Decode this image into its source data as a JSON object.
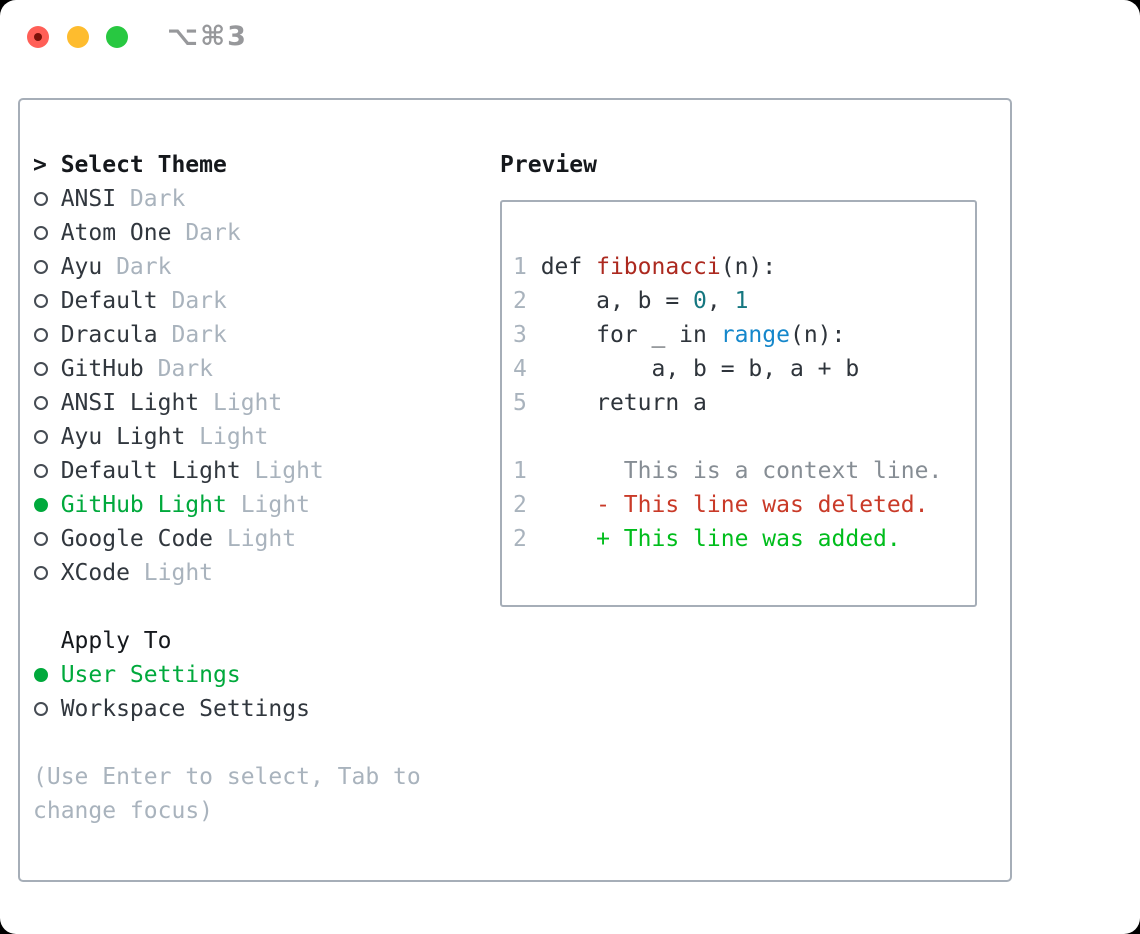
{
  "window": {
    "title": "⌥⌘3",
    "traffic_lights": [
      "close",
      "minimize",
      "zoom"
    ]
  },
  "colors": {
    "selected_green": "#00a93c",
    "added_green": "#00bd1c",
    "deleted_red": "#c93a28",
    "function_red": "#ac291f",
    "number_teal": "#157780",
    "builtin_blue": "#1587cb",
    "muted_gray": "#a9b3bd",
    "border_gray": "#a6aeb8",
    "traffic_red": "#ff5f57",
    "traffic_yellow": "#febc2e",
    "traffic_green": "#28c841"
  },
  "theme_panel": {
    "prompt": ">",
    "header": "Select Theme",
    "themes": [
      {
        "name": "ANSI",
        "tag": "Dark",
        "selected": false
      },
      {
        "name": "Atom One",
        "tag": "Dark",
        "selected": false
      },
      {
        "name": "Ayu",
        "tag": "Dark",
        "selected": false
      },
      {
        "name": "Default",
        "tag": "Dark",
        "selected": false
      },
      {
        "name": "Dracula",
        "tag": "Dark",
        "selected": false
      },
      {
        "name": "GitHub",
        "tag": "Dark",
        "selected": false
      },
      {
        "name": "ANSI Light",
        "tag": "Light",
        "selected": false
      },
      {
        "name": "Ayu Light",
        "tag": "Light",
        "selected": false
      },
      {
        "name": "Default Light",
        "tag": "Light",
        "selected": false
      },
      {
        "name": "GitHub Light",
        "tag": "Light",
        "selected": true
      },
      {
        "name": "Google Code",
        "tag": "Light",
        "selected": false
      },
      {
        "name": "XCode",
        "tag": "Light",
        "selected": false
      }
    ],
    "apply_to": {
      "header": "Apply To",
      "options": [
        {
          "label": "User Settings",
          "selected": true
        },
        {
          "label": "Workspace Settings",
          "selected": false
        }
      ]
    },
    "help": "(Use Enter to select, Tab to change focus)"
  },
  "preview": {
    "header": "Preview",
    "code_lines": [
      [
        {
          "t": "1 ",
          "c": "ln"
        },
        {
          "t": "def ",
          "c": "df"
        },
        {
          "t": "fibonacci",
          "c": "fn"
        },
        {
          "t": "(n):",
          "c": "df"
        }
      ],
      [
        {
          "t": "2 ",
          "c": "ln"
        },
        {
          "t": "    a, b = ",
          "c": "df"
        },
        {
          "t": "0",
          "c": "nu"
        },
        {
          "t": ", ",
          "c": "df"
        },
        {
          "t": "1",
          "c": "nu"
        }
      ],
      [
        {
          "t": "3 ",
          "c": "ln"
        },
        {
          "t": "    for _ in ",
          "c": "df"
        },
        {
          "t": "range",
          "c": "bi"
        },
        {
          "t": "(n):",
          "c": "df"
        }
      ],
      [
        {
          "t": "4 ",
          "c": "ln"
        },
        {
          "t": "        a, b = b, a + b",
          "c": "df"
        }
      ],
      [
        {
          "t": "5 ",
          "c": "ln"
        },
        {
          "t": "    return a",
          "c": "df"
        }
      ],
      [],
      [
        {
          "t": "1 ",
          "c": "ln"
        },
        {
          "t": "      This is a context line.",
          "c": "ctx"
        }
      ],
      [
        {
          "t": "2 ",
          "c": "ln"
        },
        {
          "t": "    - This line was deleted.",
          "c": "del"
        }
      ],
      [
        {
          "t": "2 ",
          "c": "ln"
        },
        {
          "t": "    + This line was added.",
          "c": "add"
        }
      ]
    ]
  }
}
